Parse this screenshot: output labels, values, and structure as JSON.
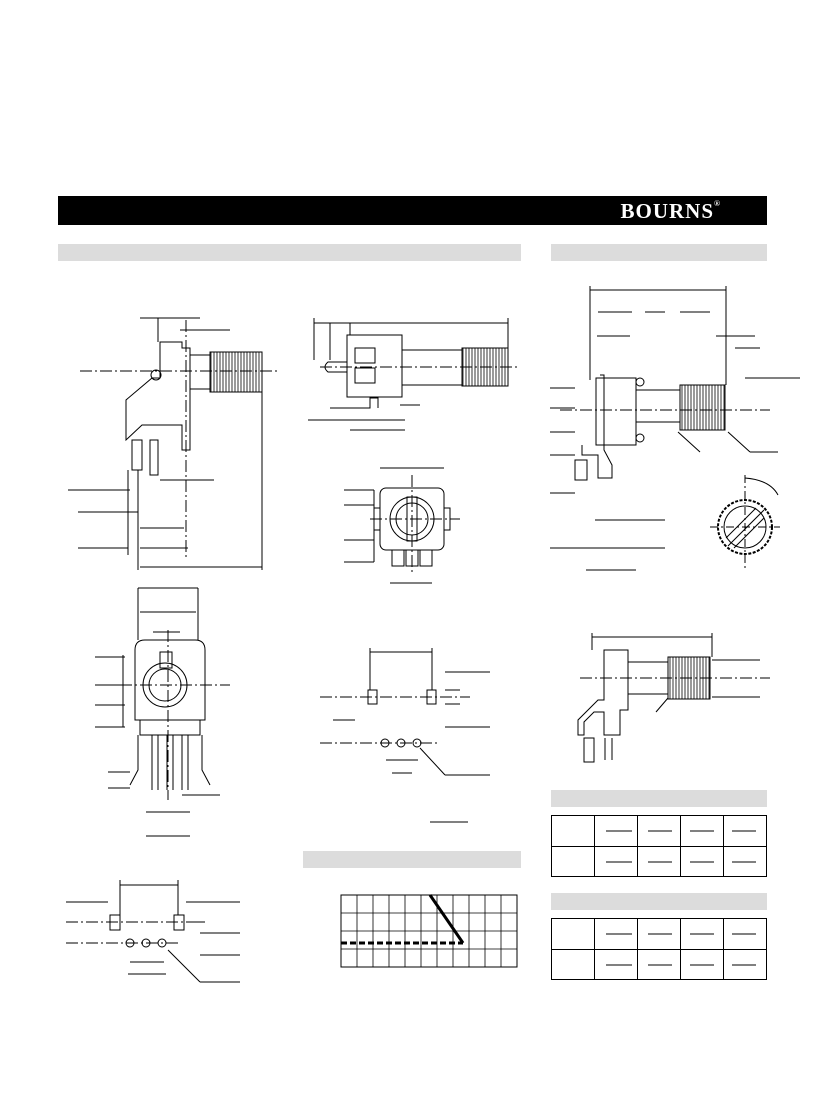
{
  "brand": {
    "logo_text": "BOURNS",
    "registered_mark": "®"
  },
  "colors": {
    "banner": "#000000",
    "section_bar": "#dcdcdc",
    "line": "#000000"
  },
  "sections": {
    "main_drawings": {
      "label": ""
    },
    "side_drawings": {
      "label": ""
    },
    "taper_graph": {
      "label": ""
    },
    "table_1": {
      "label": ""
    },
    "table_2": {
      "label": ""
    }
  },
  "tables": {
    "table_1": {
      "rows": 2,
      "cols": 5
    },
    "table_2": {
      "rows": 2,
      "cols": 5
    }
  }
}
